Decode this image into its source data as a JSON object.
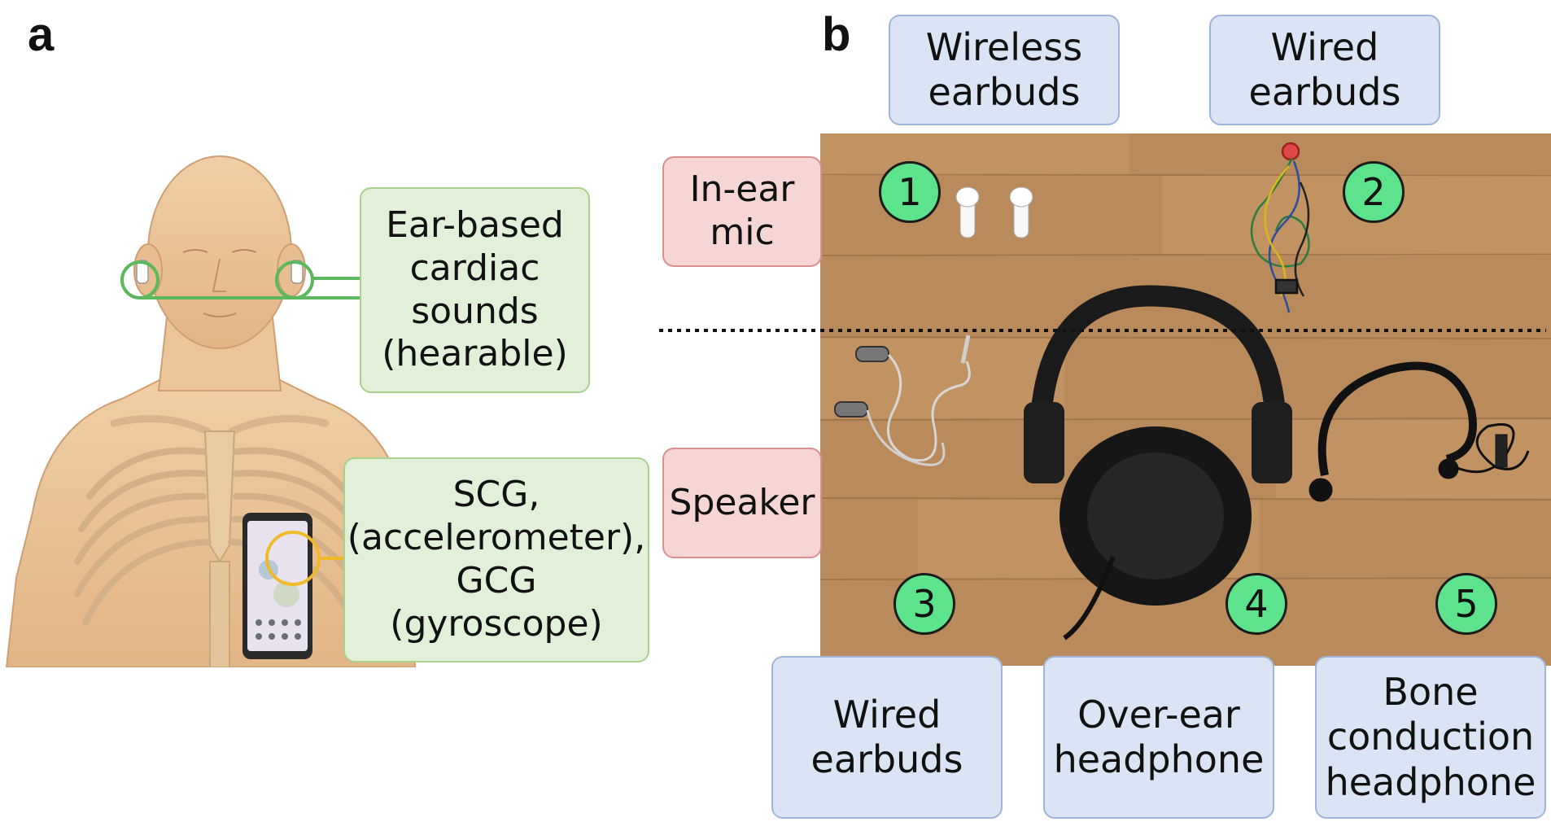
{
  "panels": {
    "a": "a",
    "b": "b"
  },
  "panel_a": {
    "ear_label": "Ear-based\ncardiac\nsounds\n(hearable)",
    "chest_label": "SCG,\n(accelerometer),\nGCG\n(gyroscope)"
  },
  "panel_b": {
    "row_labels": {
      "mic": "In-ear\nmic",
      "speaker": "Speaker"
    },
    "top_labels": {
      "wireless": "Wireless\nearbuds",
      "wired": "Wired\nearbuds"
    },
    "bottom_labels": {
      "wired": "Wired\nearbuds",
      "over_ear": "Over-ear\nheadphone",
      "bone": "Bone\nconduction\nheadphone"
    },
    "numbers": [
      "1",
      "2",
      "3",
      "4",
      "5"
    ]
  },
  "colors": {
    "green_box": "#e2efd9",
    "red_box": "#f6d5d5",
    "blue_box": "#dae4f4",
    "number_circle": "#5ce38c",
    "wood": "#b88a5c",
    "ear_highlight": "#5cb85c",
    "phone_highlight": "#f0b929"
  }
}
